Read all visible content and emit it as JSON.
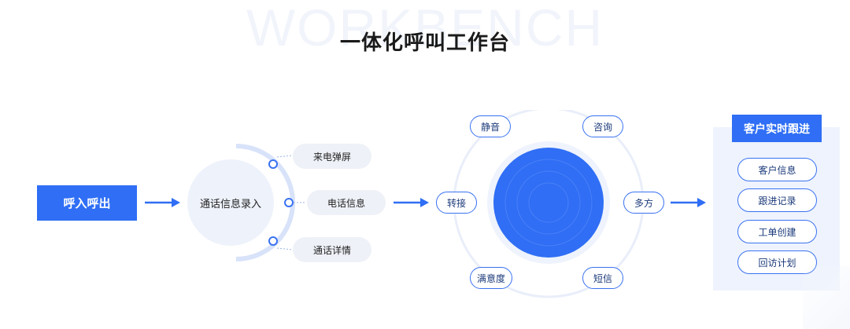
{
  "watermark": "WORKBENCH",
  "title": "一体化呼叫工作台",
  "entry_label": "呼入呼出",
  "input_center": "通话信息录入",
  "input_items": [
    "来电弹屏",
    "电话信息",
    "通话详情"
  ],
  "ring_items": [
    "静音",
    "咨询",
    "转接",
    "多方",
    "满意度",
    "短信"
  ],
  "panel": {
    "header": "客户实时跟进",
    "items": [
      "客户信息",
      "跟进记录",
      "工单创建",
      "回访计划"
    ]
  },
  "colors": {
    "primary": "#2f6ef5",
    "panel_bg": "#eef3fd",
    "bubble_bg": "#eef2fb"
  }
}
